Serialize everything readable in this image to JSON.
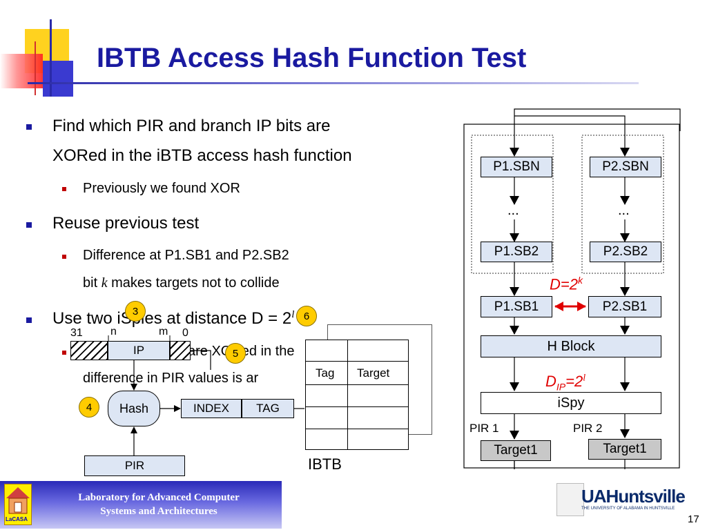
{
  "slide": {
    "title": "IBTB Access Hash Function Test",
    "page_number": "17",
    "colors": {
      "title": "#1a1aa0",
      "accent_red": "#d00000",
      "badge": "#ffcc00",
      "box_fill": "#dde6f4",
      "target_fill": "#c8c8c8"
    }
  },
  "bullets": {
    "b1_line1": "Find which PIR and branch IP bits are",
    "b1_line2": "XORed in the iBTB access hash function",
    "b1_sub": "Previously we found XOR",
    "b2": "Reuse previous test",
    "b2_sub_line1": "Difference at P1.SB1 and P2.SB2",
    "b2_sub_line2_pre": "bit ",
    "b2_sub_line2_var": "k",
    "b2_sub_line2_post": " makes targets not to collide",
    "b3_pre": "Use two iSpies at distance D",
    "b3_mid": " = 2",
    "b3_sup": "l",
    "b3_sub_part1": "are XORed in the",
    "b3_sub_line2": "difference in PIR values is ar"
  },
  "left_diagram": {
    "bit_31": "31",
    "bit_n": "n",
    "bit_m": "m",
    "bit_0": "0",
    "ip_label": "IP",
    "hash_label": "Hash",
    "index_label": "INDEX",
    "tag_label": "TAG",
    "pir_label": "PIR",
    "ibtb_label": "IBTB",
    "table_header_tag": "Tag",
    "table_header_target": "Target",
    "badges": [
      "3",
      "4",
      "5",
      "6"
    ]
  },
  "right_diagram": {
    "p1_sbn": "P1.SBN",
    "p2_sbn": "P2.SBN",
    "ellipsis": "...",
    "p1_sb2": "P1.SB2",
    "p2_sb2": "P2.SB2",
    "p1_sb1": "P1.SB1",
    "p2_sb1": "P2.SB1",
    "d_k_base": "D=2",
    "d_k_sup": "k",
    "h_block": "H Block",
    "d_ip_d": "D",
    "d_ip_sub": "IP",
    "d_ip_eq": "=2",
    "d_ip_sup": "l",
    "ispy": "iSpy",
    "pir1": "PIR 1",
    "pir2": "PIR 2",
    "target1_a": "Target1",
    "target1_b": "Target1"
  },
  "footer": {
    "line1": "Laboratory for Advanced Computer",
    "line2": "Systems and Architectures",
    "logo_text": "LaCASA",
    "uah_logo": "UAHuntsville",
    "uah_sub": "THE UNIVERSITY OF ALABAMA IN HUNTSVILLE"
  }
}
